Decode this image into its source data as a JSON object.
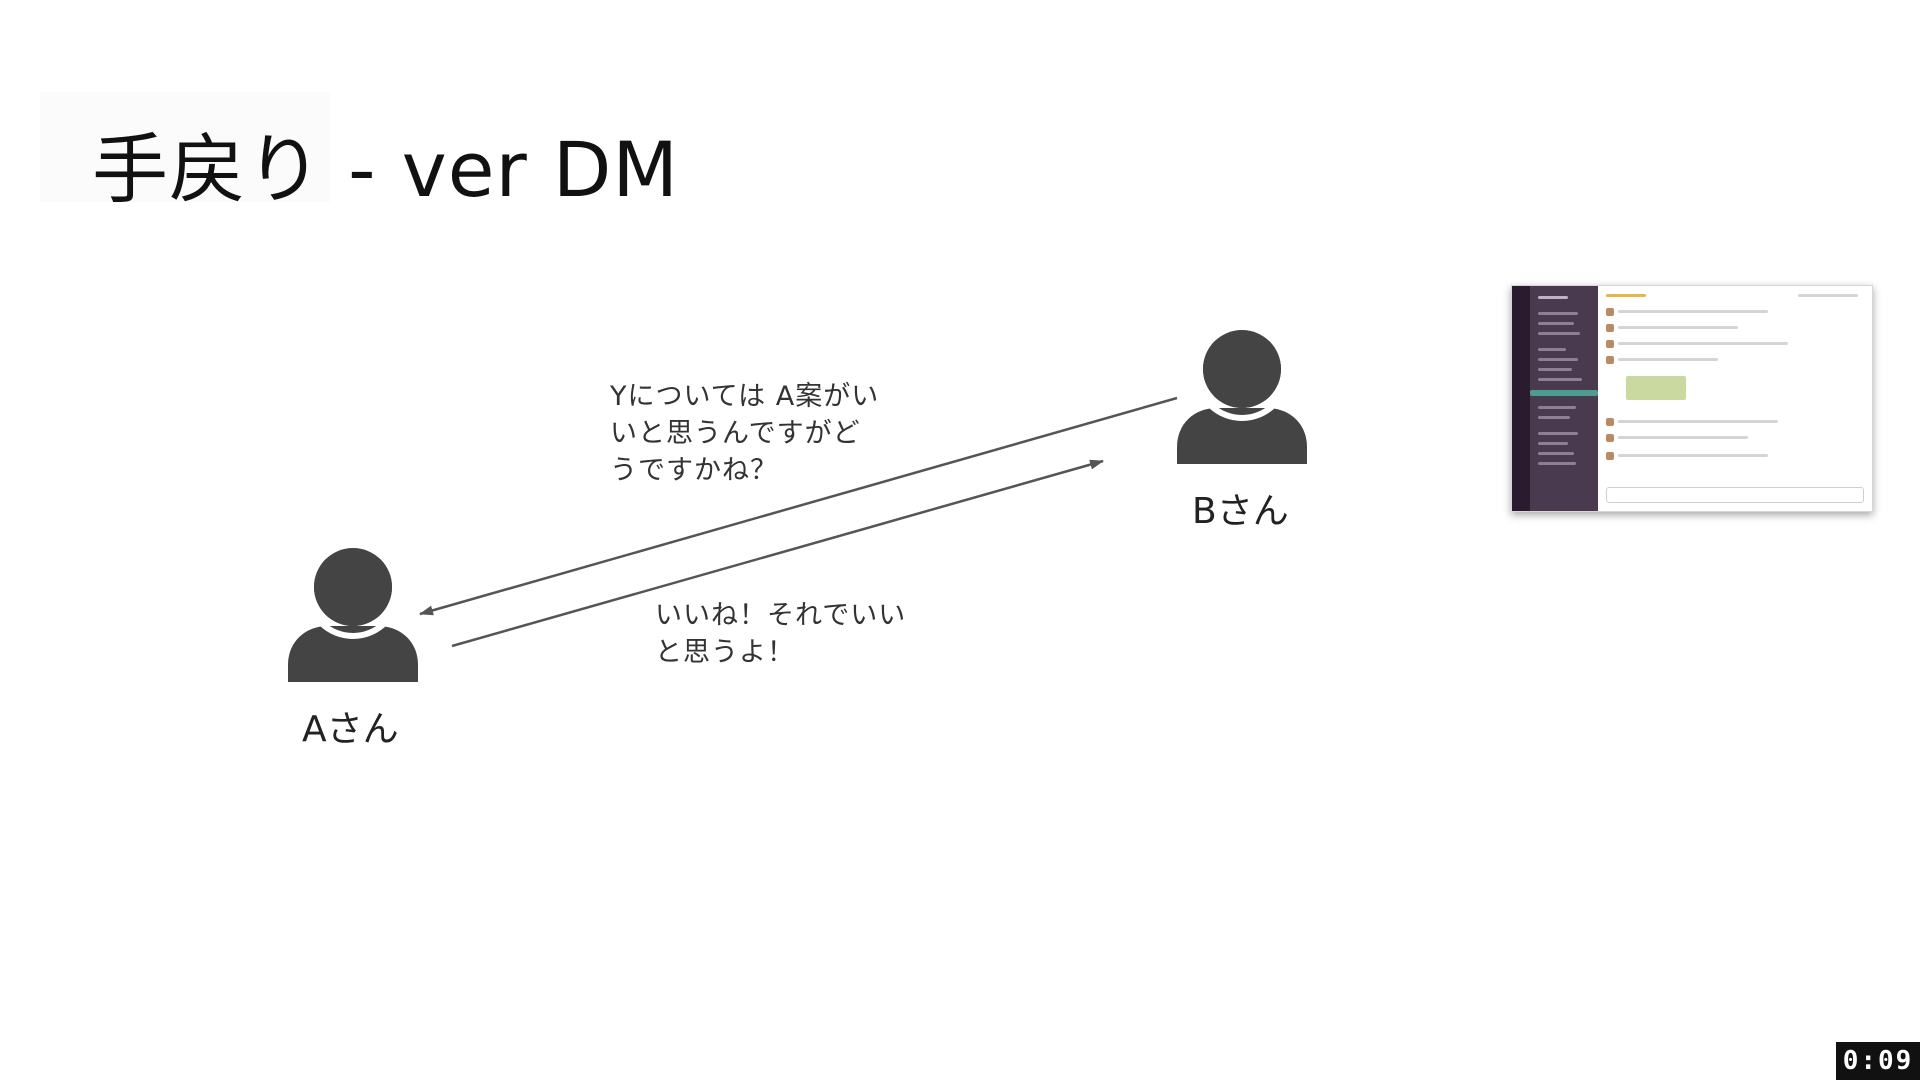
{
  "slide": {
    "title": "手戻り - ver DM"
  },
  "people": {
    "a_label": "Aさん",
    "b_label": "Bさん"
  },
  "messages": {
    "b_to_a": [
      "Yについては A案がい",
      "いと思うんですがど",
      "うですかね？"
    ],
    "a_to_b": [
      "いいね！それでいい",
      "と思うよ！"
    ]
  },
  "colors": {
    "person": "#444444",
    "arrow": "#555555"
  },
  "thumbnail": {
    "icon": "slack-window-screenshot"
  },
  "video": {
    "timer": "0:09"
  }
}
